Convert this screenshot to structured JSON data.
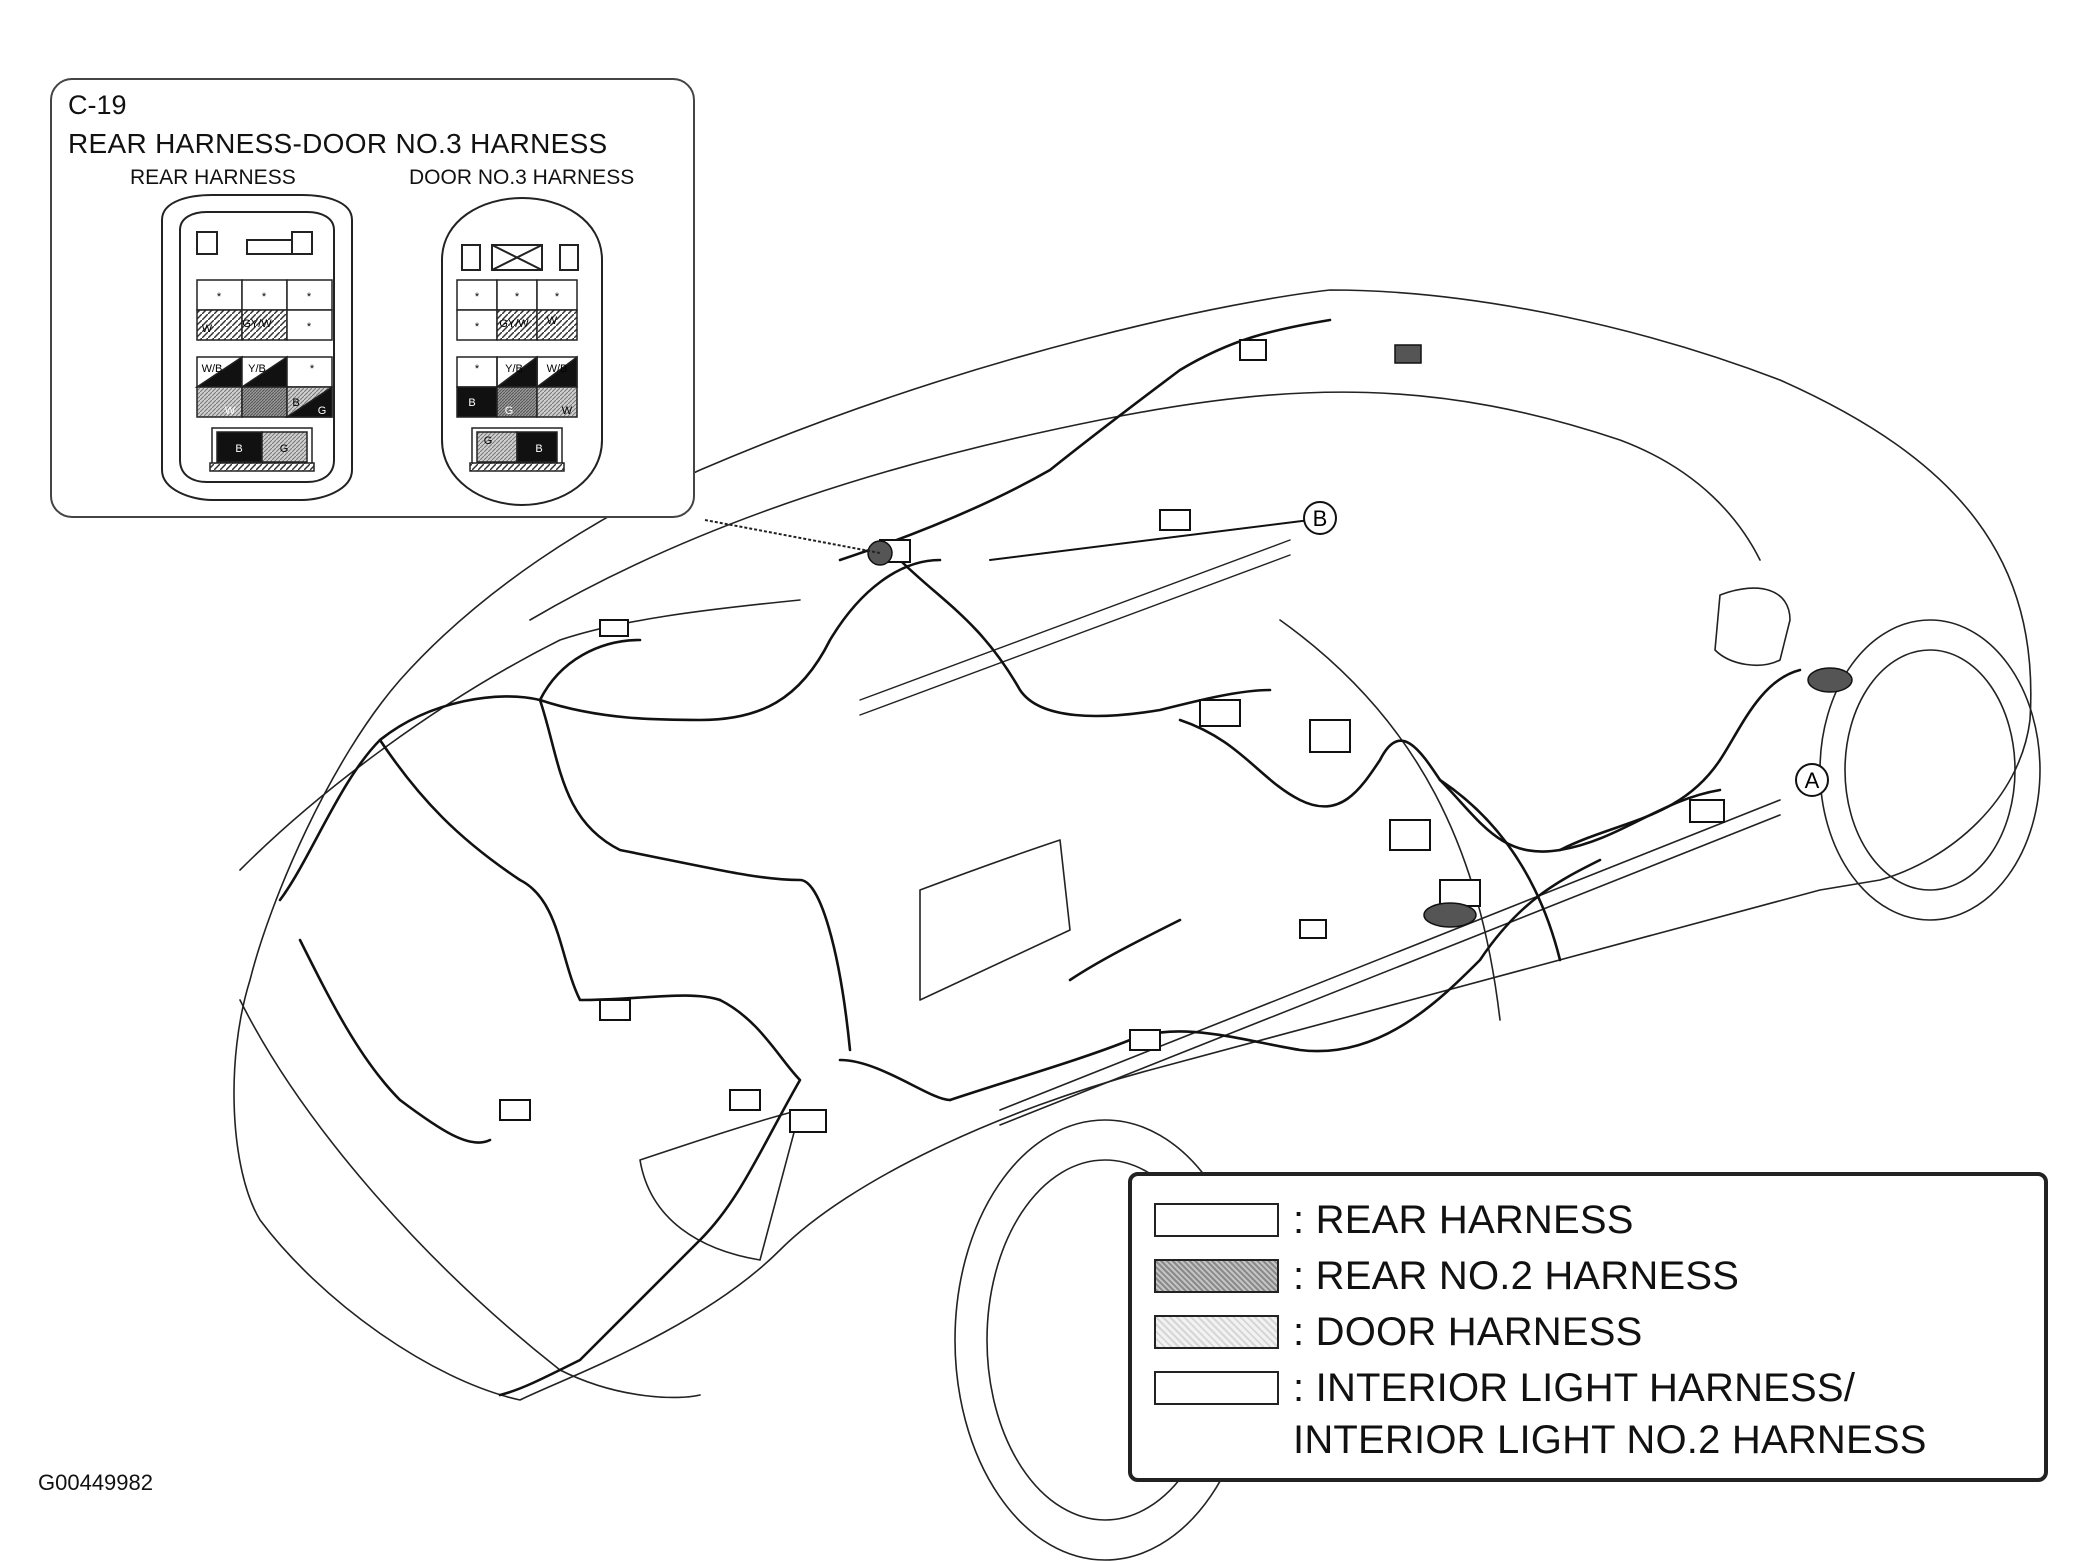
{
  "callout": {
    "connector_id": "C-19",
    "title": "REAR HARNESS-DOOR NO.3 HARNESS",
    "left_label": "REAR HARNESS",
    "right_label": "DOOR NO.3 HARNESS",
    "rear_pins": {
      "row1": [
        "*",
        "*",
        "*"
      ],
      "row2": [
        "W",
        "GY/W",
        "*"
      ],
      "row3": [
        "W/B",
        "Y/B",
        "*"
      ],
      "row4": [
        "W",
        "B",
        "G"
      ],
      "row5": [
        "B",
        "G"
      ]
    },
    "door_pins": {
      "row1": [
        "*",
        "*",
        "*"
      ],
      "row2": [
        "*",
        "GY/W",
        "W"
      ],
      "row3": [
        "*",
        "Y/B",
        "W/B"
      ],
      "row4": [
        "B",
        "G",
        "W"
      ],
      "row5": [
        "G",
        "B"
      ]
    }
  },
  "markers": {
    "a": "A",
    "b": "B"
  },
  "legend": {
    "items": [
      {
        "label": ": REAR HARNESS"
      },
      {
        "label": ": REAR NO.2 HARNESS"
      },
      {
        "label": ": DOOR HARNESS"
      },
      {
        "label": ": INTERIOR LIGHT HARNESS/",
        "label2": "INTERIOR LIGHT NO.2 HARNESS"
      }
    ]
  },
  "figure_code": "G00449982"
}
